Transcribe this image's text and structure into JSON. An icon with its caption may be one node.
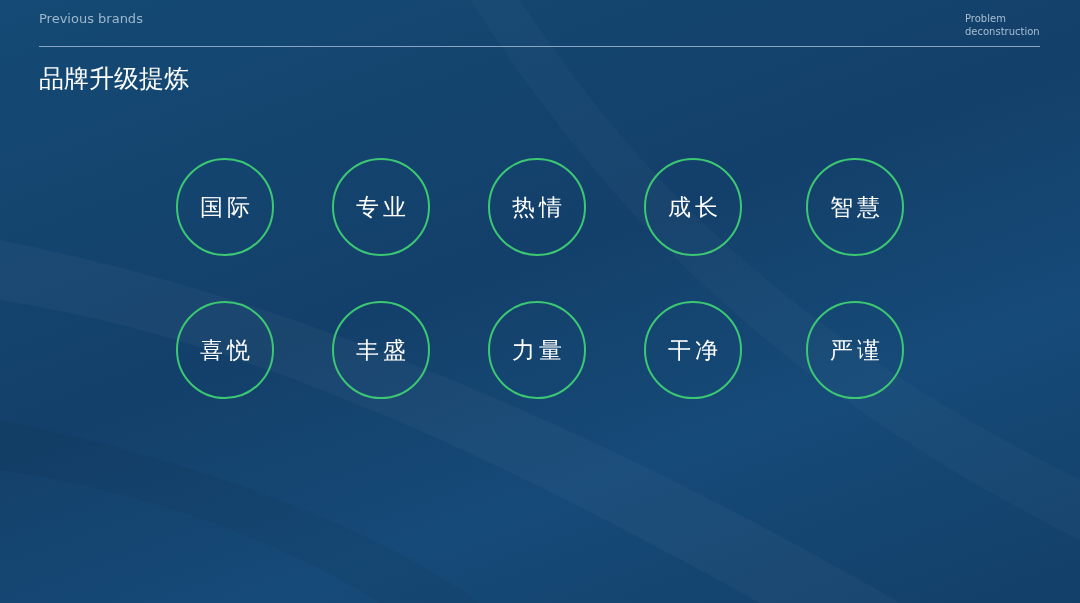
{
  "diagram": {
    "title": "品牌升级提炼",
    "nodes": [
      {
        "text": [
          "国际"
        ]
      },
      {
        "text": [
          "专业"
        ]
      },
      {
        "text": [
          "热情"
        ]
      },
      {
        "text": [
          "成长"
        ]
      },
      {
        "text": [
          "智慧"
        ]
      },
      {
        "text": [
          "喜悦"
        ]
      },
      {
        "text": [
          "丰盛"
        ]
      },
      {
        "text": [
          "力量"
        ]
      },
      {
        "text": [
          "干净"
        ]
      },
      {
        "text": [
          "严谨"
        ]
      }
    ],
    "labels": [
      "Previous brands",
      "Problem deconstruction"
    ]
  }
}
